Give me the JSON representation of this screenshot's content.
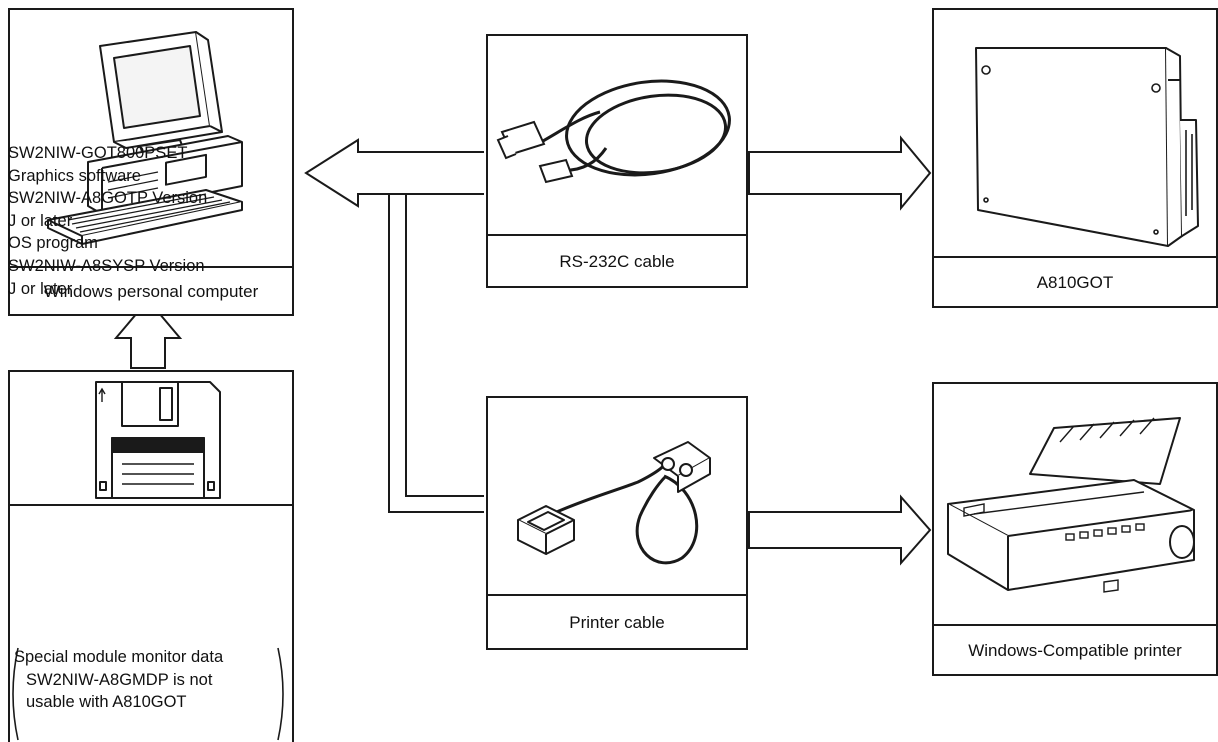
{
  "pc": {
    "caption": "Windows personal computer"
  },
  "rs232c": {
    "caption": "RS-232C cable"
  },
  "got": {
    "caption": "A810GOT"
  },
  "printer_cable": {
    "caption": "Printer cable"
  },
  "printer": {
    "caption": "Windows-Compatible printer"
  },
  "software": {
    "lines": [
      "SW2NIW-GOT800PSET",
      "Graphics software",
      "SW2NIW-A8GOTP Version",
      "J or later",
      "OS program",
      "SW2NIW-A8SYSP Version",
      "J or later"
    ],
    "note_lines": [
      "Special module monitor data",
      "SW2NIW-A8GMDP is not",
      "usable with A810GOT"
    ]
  }
}
